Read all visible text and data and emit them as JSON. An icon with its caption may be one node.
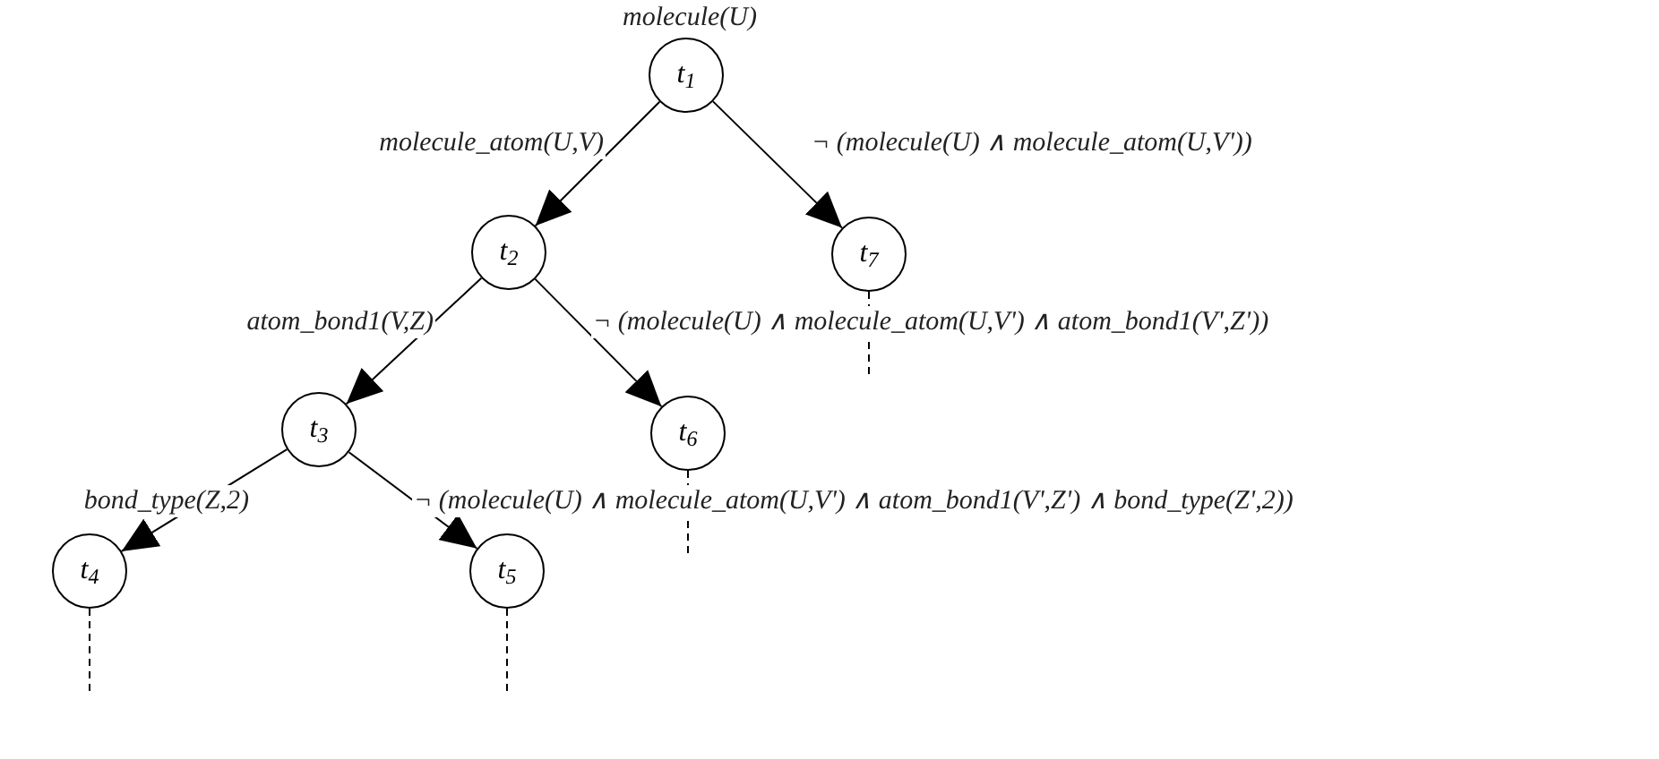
{
  "diagram": {
    "nodes": [
      {
        "text": [
          "t$_{1}$"
        ],
        "beside": [
          "molecule(U)"
        ]
      },
      {
        "text": [
          "t$_{2}$"
        ]
      },
      {
        "text": [
          "t$_{7}$"
        ]
      },
      {
        "text": [
          "t$_{3}$"
        ]
      },
      {
        "text": [
          "t$_{6}$"
        ]
      },
      {
        "text": [
          "t$_{4}$"
        ]
      },
      {
        "text": [
          "t$_{5}$"
        ]
      }
    ],
    "edges": [
      {
        "from": 0,
        "to": 1,
        "arrow": "to",
        "label": "molecule_atom(U,V)"
      },
      {
        "from": 0,
        "to": 2,
        "arrow": "to",
        "label": "¬ (molecule(U) ∧  molecule_atom(U,V'))"
      },
      {
        "from": 1,
        "to": 3,
        "arrow": "to",
        "label": "atom_bond1(V,Z)"
      },
      {
        "from": 1,
        "to": 4,
        "arrow": "to",
        "label": "¬ (molecule(U) ∧ molecule_atom(U,V') ∧ atom_bond1(V',Z'))"
      },
      {
        "from": 3,
        "to": 5,
        "arrow": "to",
        "label": "bond_type(Z,2)"
      },
      {
        "from": 3,
        "to": 6,
        "arrow": "to",
        "label": "¬ (molecule(U) ∧ molecule_atom(U,V') ∧ atom_bond1(V',Z') ∧ bond_type(Z',2))"
      },
      {
        "from": 5,
        "to": null,
        "arrow": "none",
        "style": "dashed"
      },
      {
        "from": 6,
        "to": null,
        "arrow": "none",
        "style": "dashed"
      },
      {
        "from": 4,
        "to": null,
        "arrow": "none",
        "style": "dashed"
      },
      {
        "from": 2,
        "to": null,
        "arrow": "none",
        "style": "dashed"
      }
    ]
  }
}
